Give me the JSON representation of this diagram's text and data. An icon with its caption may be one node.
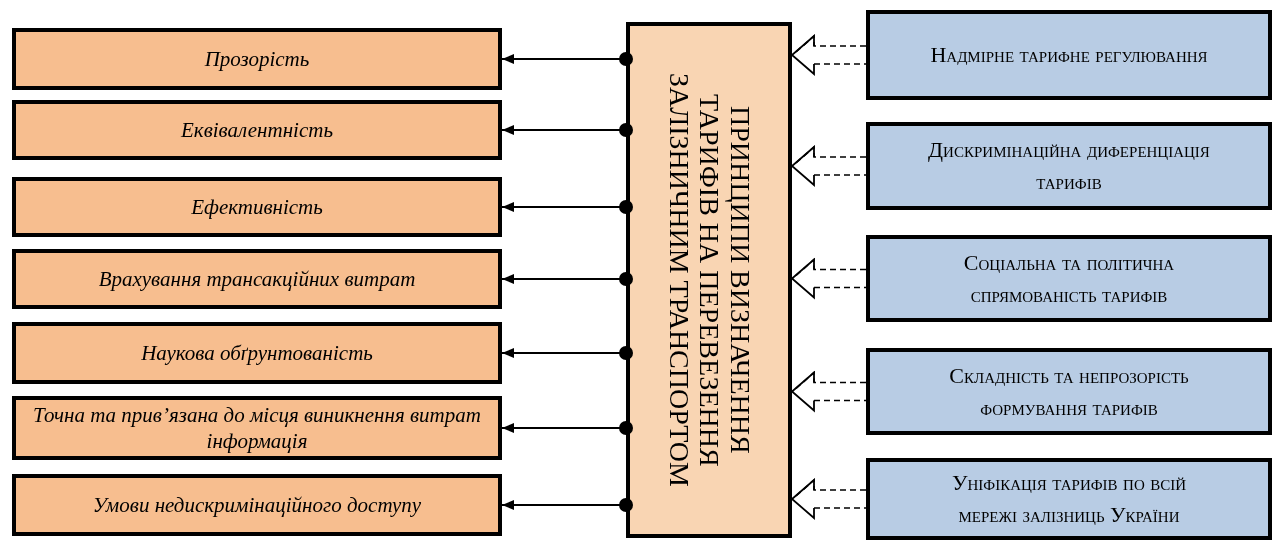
{
  "diagram": {
    "nodes": [
      {
        "text": [
          "ПРИНЦИПИ ВИЗНАЧЕННЯ ТАРИФІВ НА ПЕРЕВЕЗЕННЯ ЗАЛІЗНИЧНИМ ТРАНСПОРТОМ"
        ]
      },
      {
        "text": [
          "Прозорість"
        ]
      },
      {
        "text": [
          "Еквівалентність"
        ]
      },
      {
        "text": [
          "Ефективність"
        ]
      },
      {
        "text": [
          "Врахування трансакційних витрат"
        ]
      },
      {
        "text": [
          "Наукова обґрунтованість"
        ]
      },
      {
        "text": [
          "Точна та прив’язана до місця виникнення витрат інформація"
        ]
      },
      {
        "text": [
          "Умови недискримінаційного доступу"
        ]
      },
      {
        "text": [
          "Надмірне тарифне регулювання"
        ]
      },
      {
        "text": [
          "Дискримінаційна диференціація тарифів"
        ]
      },
      {
        "text": [
          "Соціальна та політична спрямованість тарифів"
        ]
      },
      {
        "text": [
          "Складність та непрозорість формування тарифів"
        ]
      },
      {
        "text": [
          "Уніфікація тарифів по всій мережі залізниць України"
        ]
      }
    ],
    "edges": [
      {
        "from": 0,
        "to": 1,
        "arrow": "to"
      },
      {
        "from": 0,
        "to": 2,
        "arrow": "to"
      },
      {
        "from": 0,
        "to": 3,
        "arrow": "to"
      },
      {
        "from": 0,
        "to": 4,
        "arrow": "to"
      },
      {
        "from": 0,
        "to": 5,
        "arrow": "to"
      },
      {
        "from": 0,
        "to": 6,
        "arrow": "to"
      },
      {
        "from": 0,
        "to": 7,
        "arrow": "to"
      },
      {
        "from": 8,
        "to": 0,
        "arrow": "to",
        "style": "dashed"
      },
      {
        "from": 9,
        "to": 0,
        "arrow": "to",
        "style": "dashed"
      },
      {
        "from": 10,
        "to": 0,
        "arrow": "to",
        "style": "dashed"
      },
      {
        "from": 11,
        "to": 0,
        "arrow": "to",
        "style": "dashed"
      },
      {
        "from": 12,
        "to": 0,
        "arrow": "to",
        "style": "dashed"
      }
    ]
  }
}
